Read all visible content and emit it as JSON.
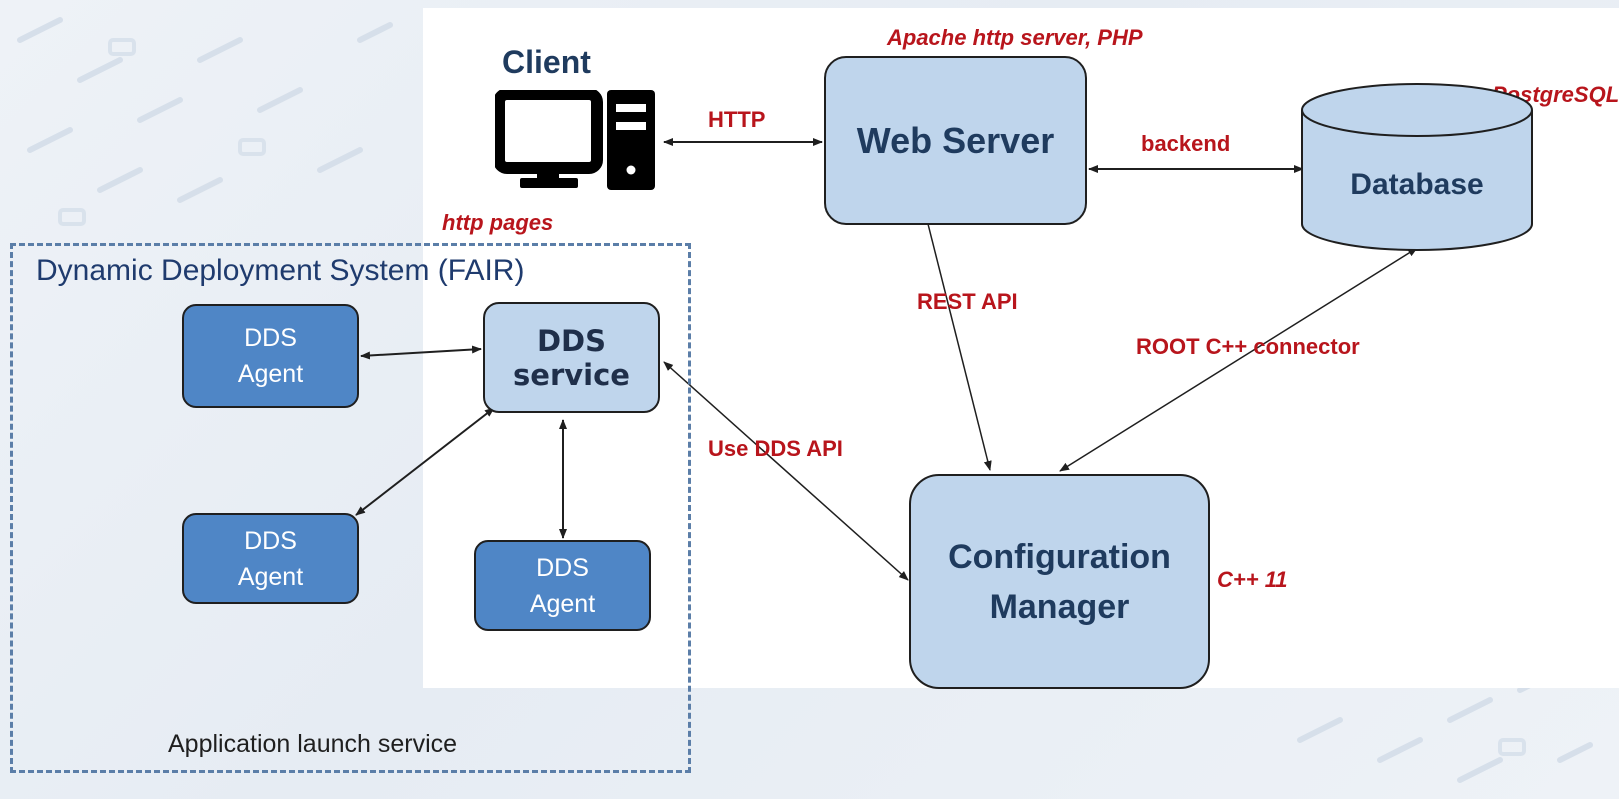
{
  "client": {
    "label": "Client",
    "caption": "http pages",
    "icon": "computer-icon"
  },
  "web_server": {
    "label": "Web Server",
    "caption": "Apache http server, PHP"
  },
  "database": {
    "label": "Database",
    "caption": "PostgreSQL"
  },
  "config_manager": {
    "line1": "Configuration",
    "line2": "Manager",
    "caption": "C++ 11"
  },
  "dds_system": {
    "title": "Dynamic Deployment System (FAIR)",
    "footer": "Application launch service",
    "service": {
      "line1": "DDS",
      "line2": "service"
    },
    "agents": [
      {
        "line1": "DDS",
        "line2": "Agent"
      },
      {
        "line1": "DDS",
        "line2": "Agent"
      },
      {
        "line1": "DDS",
        "line2": "Agent"
      }
    ]
  },
  "connections": {
    "http": "HTTP",
    "backend": "backend",
    "rest_api": "REST API",
    "root_connector": "ROOT C++ connector",
    "dds_api": "Use DDS API"
  },
  "colors": {
    "node_fill": "#bfd5ec",
    "agent_fill": "#4f86c6",
    "label_red": "#b8151c",
    "dash_border": "#5b7ea8"
  }
}
